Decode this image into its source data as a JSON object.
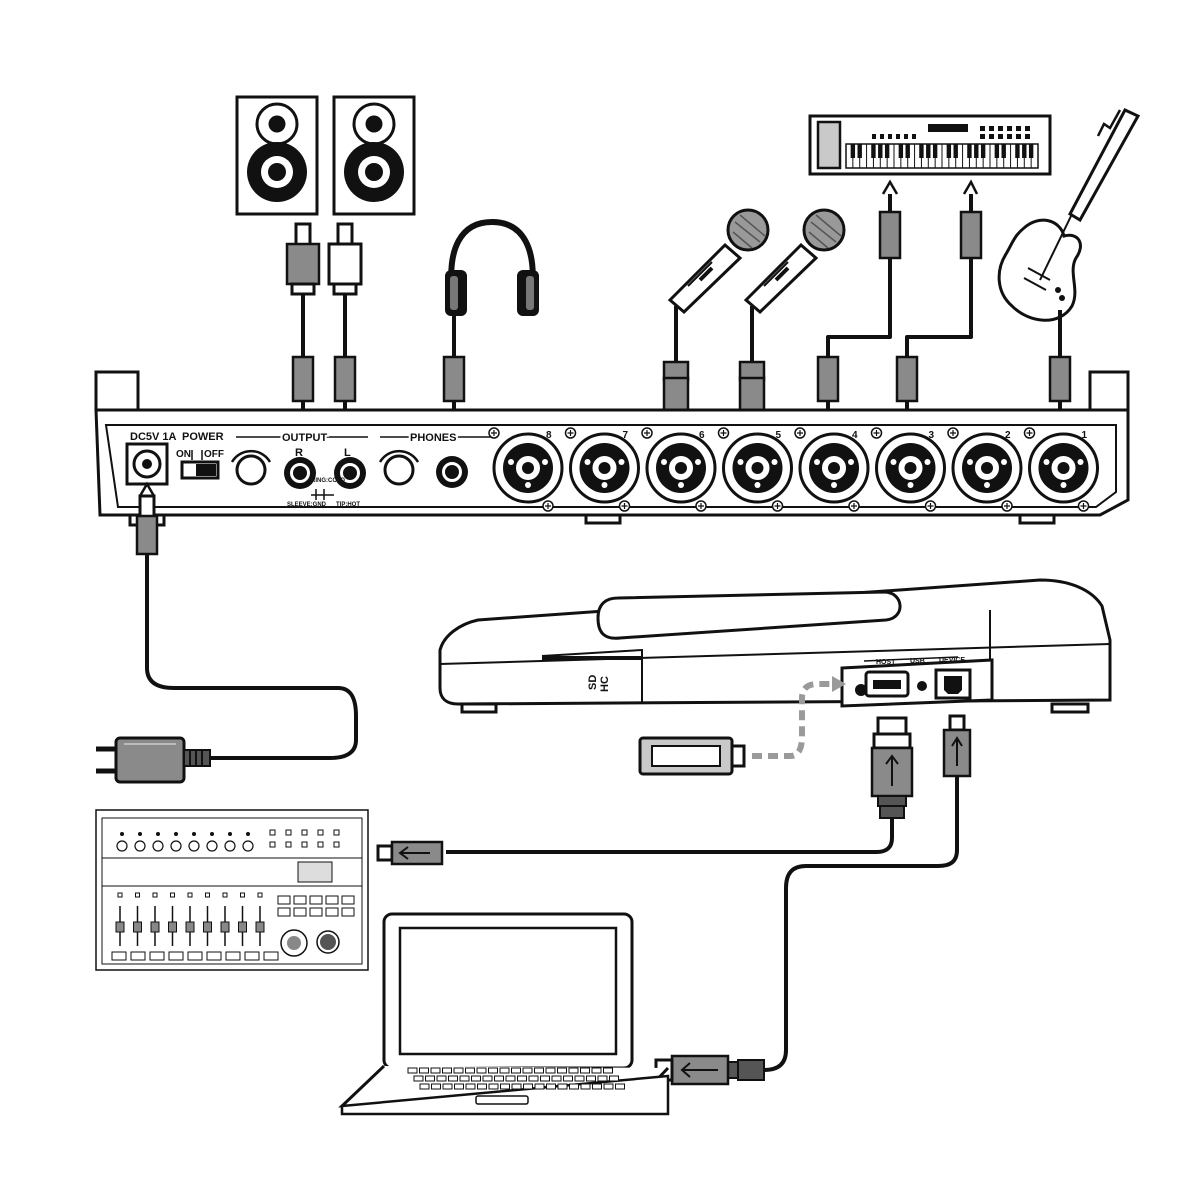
{
  "panel": {
    "dc_label": "DC5V 1A",
    "power_label": "POWER",
    "power_on": "ON",
    "power_off": "OFF",
    "output_label": "OUTPUT",
    "output_r": "R",
    "output_l": "L",
    "phones_label": "PHONES",
    "trs_ring": "RING:COLD",
    "trs_sleeve": "SLEEVE:GND",
    "trs_tip": "TIP:HOT",
    "inputs": [
      "8",
      "7",
      "6",
      "5",
      "4",
      "3",
      "2",
      "1"
    ]
  },
  "usb_side": {
    "host_label": "HOST",
    "usb_label": "USB",
    "device_label": "DEVICE",
    "sd_logo_top": "SD",
    "sd_logo_bottom": "HC"
  },
  "icons": [
    "speaker-icon",
    "headphones-icon",
    "microphone-icon",
    "keyboard-icon",
    "guitar-icon",
    "ac-adapter-icon",
    "usb-flash-drive-icon",
    "control-surface-icon",
    "laptop-icon",
    "usb-icon"
  ],
  "colors": {
    "line": "#111111",
    "plug_gray": "#8a8a8a",
    "light_gray": "#c9c9c9",
    "flash_drive_link": "#9a9a9a"
  }
}
